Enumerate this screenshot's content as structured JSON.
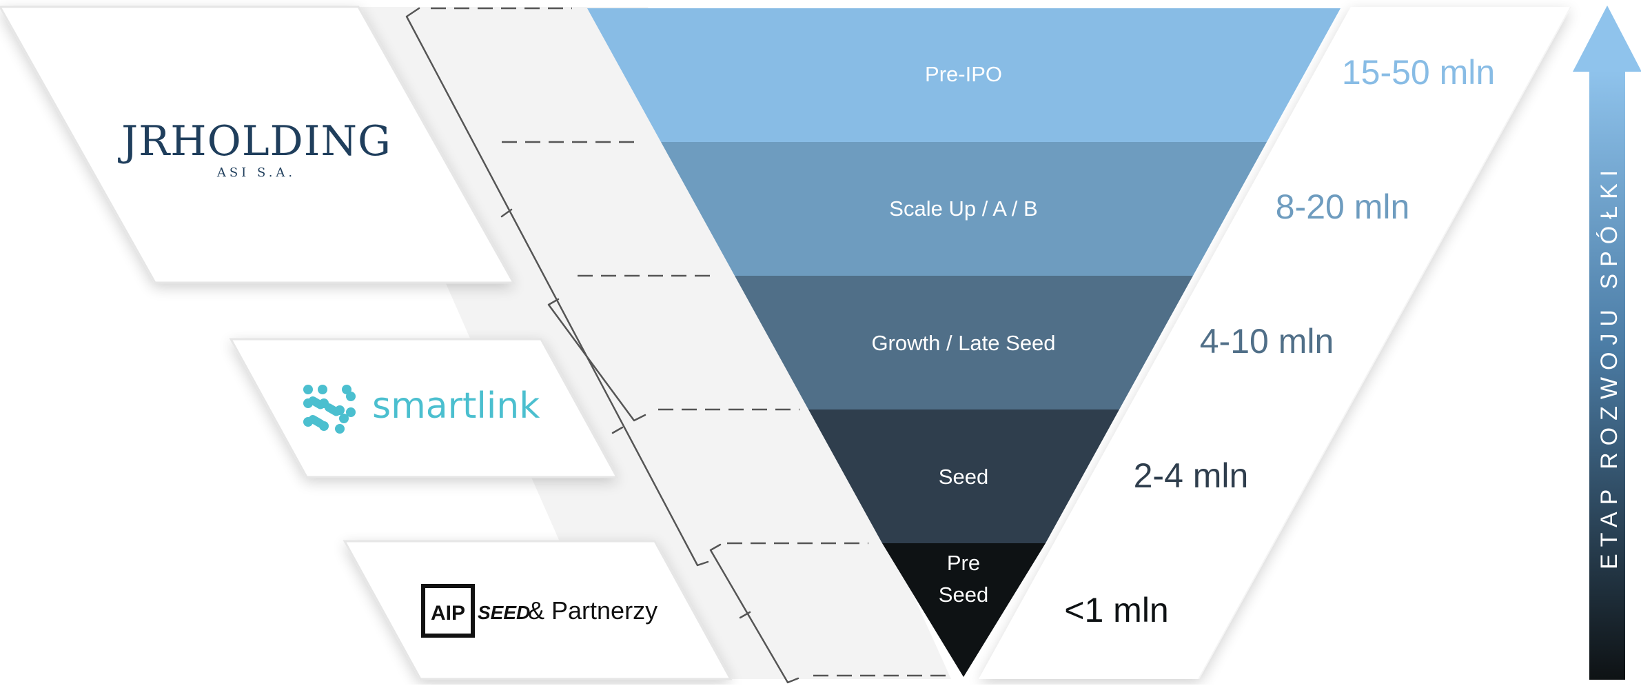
{
  "colors": {
    "stage_pre_ipo": "#88bce5",
    "stage_scale_up": "#6e9cbf",
    "stage_growth": "#506f88",
    "stage_seed": "#2f3e4d",
    "stage_pre_seed": "#0e1214",
    "jr_holding": "#1f3e5c",
    "smartlink": "#4bbfcf",
    "arrow_top": "#8fc3ec",
    "arrow_bottom": "#0e1214"
  },
  "funnel": {
    "stages": [
      {
        "id": "pre-ipo",
        "label": "Pre-IPO",
        "amount": "15-50 mln"
      },
      {
        "id": "scale-up",
        "label": "Scale Up / A / B",
        "amount": "8-20 mln"
      },
      {
        "id": "growth",
        "label": "Growth / Late Seed",
        "amount": "4-10 mln"
      },
      {
        "id": "seed",
        "label": "Seed",
        "amount": "2-4 mln"
      },
      {
        "id": "pre-seed",
        "label_line1": "Pre",
        "label_line2": "Seed",
        "amount": "<1 mln"
      }
    ]
  },
  "investors": {
    "jr_holding": {
      "name_main": "JRHOLDING",
      "name_sub": "ASI S.A."
    },
    "smartlink": {
      "name": "smartlink"
    },
    "aip": {
      "box_text": "AIP",
      "seed_text": "SEED",
      "partners_text": "& Partnerzy"
    }
  },
  "arrow": {
    "label": "ETAP ROZWOJU SPÓŁKI"
  }
}
